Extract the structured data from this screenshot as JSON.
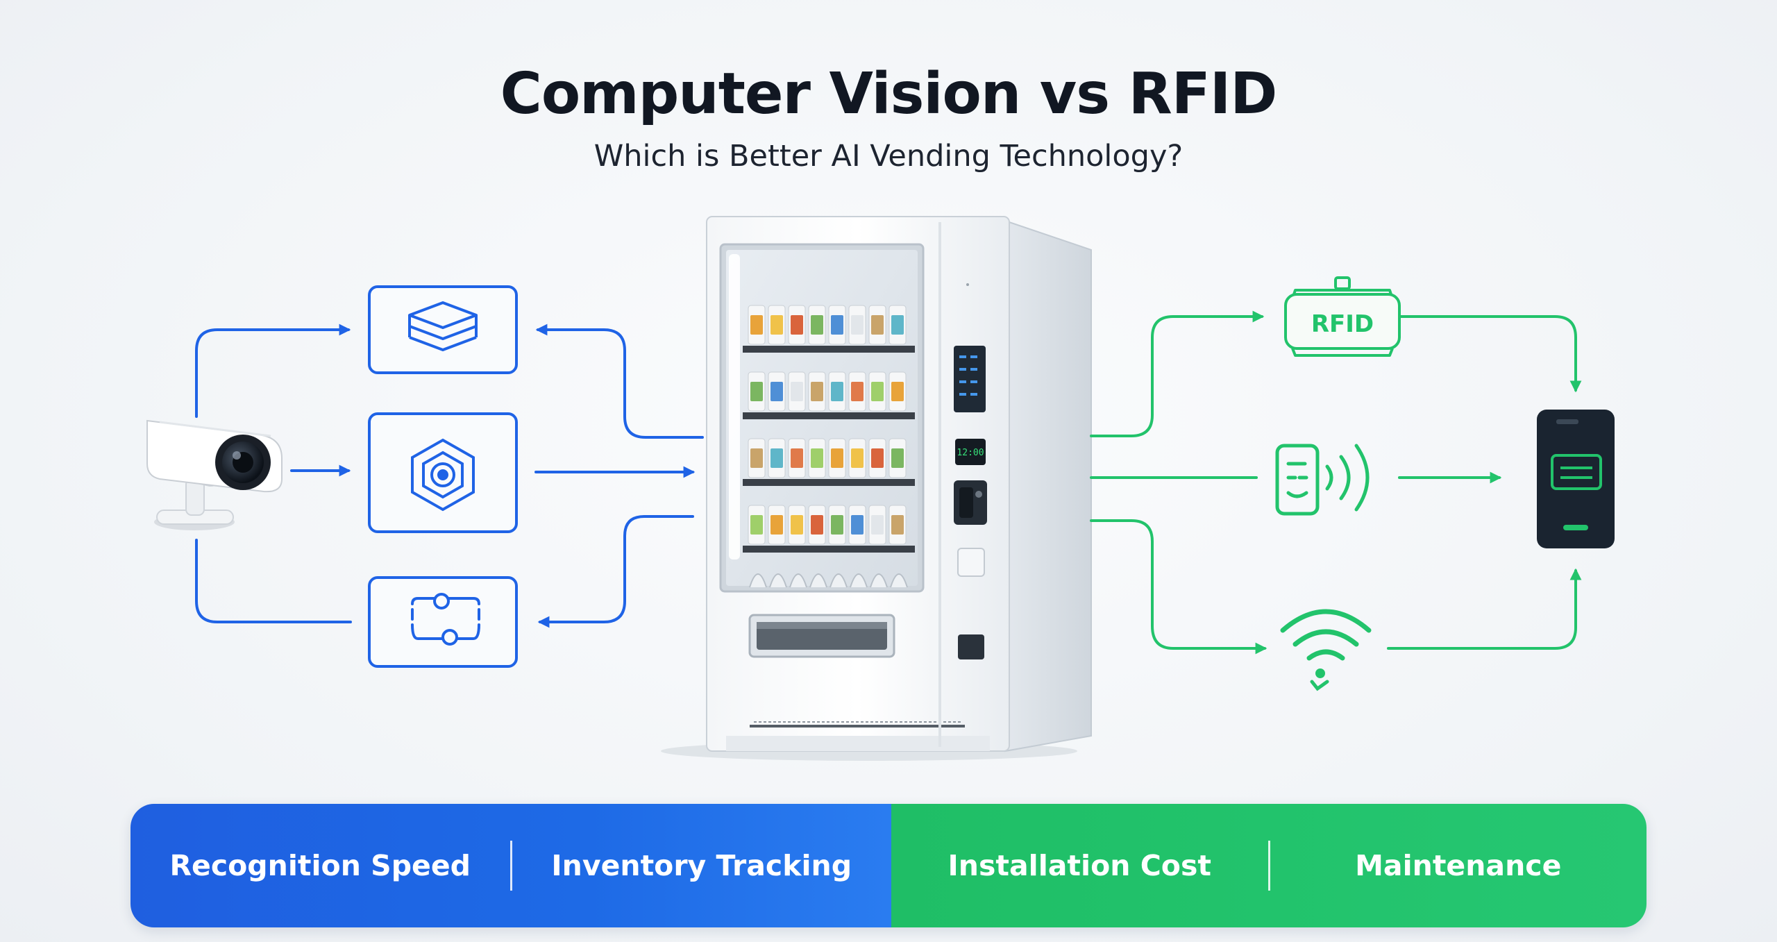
{
  "header": {
    "title": "Computer Vision vs RFID",
    "subtitle": "Which is Better AI Vending Technology?"
  },
  "vision_side": {
    "color": "#1f63e6",
    "icons": [
      "security-camera-icon",
      "layers-icon",
      "hexagon-target-icon",
      "toggle-switches-icon"
    ]
  },
  "rfid_side": {
    "color": "#22c36b",
    "rfid_tag_label": "RFID",
    "icons": [
      "rfid-chip-icon",
      "nfc-card-icon",
      "wifi-signal-icon",
      "mobile-phone-icon"
    ]
  },
  "machine": {
    "display_text": "12:00"
  },
  "comparison_bar": {
    "vision_items": [
      "Recognition Speed",
      "Inventory Tracking"
    ],
    "rfid_items": [
      "Installation Cost",
      "Maintenance"
    ],
    "vision_color": "#1f63e6",
    "rfid_color": "#22c36b"
  }
}
